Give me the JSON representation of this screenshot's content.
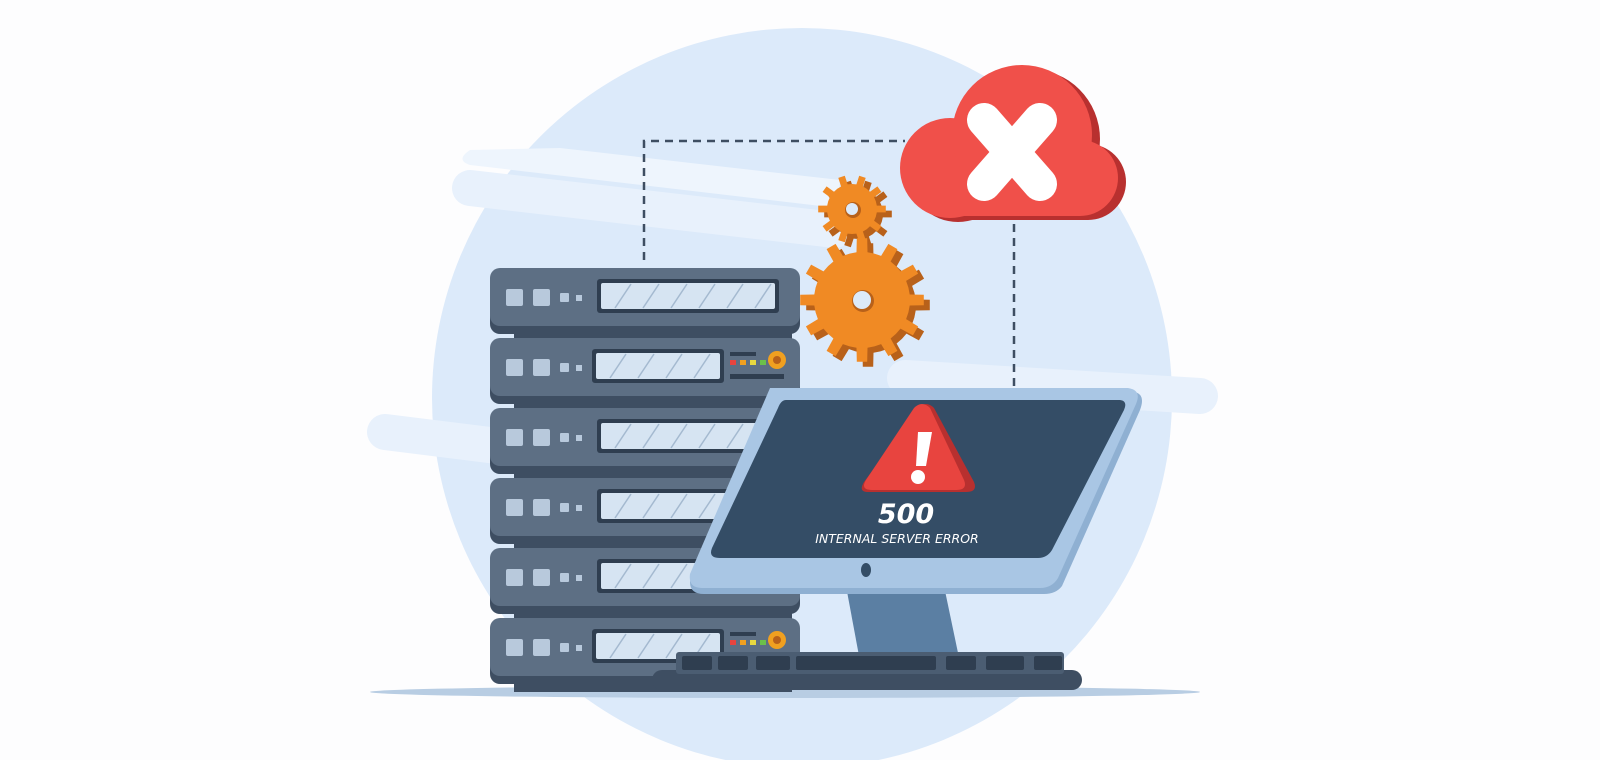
{
  "screen": {
    "error_code": "500",
    "error_message": "INTERNAL SERVER ERROR"
  },
  "icons": [
    "cloud-error-icon",
    "gear-icon",
    "warning-icon",
    "server-rack",
    "monitor",
    "keyboard"
  ],
  "colors": {
    "background_circle": "#dceafa",
    "server_body": "#5d6f84",
    "server_dark": "#3e4e62",
    "screen_bg": "#344d66",
    "monitor_frame": "#a9c6e4",
    "cloud_red": "#f0504a",
    "cloud_shadow": "#b8302f",
    "gear_orange": "#f08a24",
    "gear_shadow": "#b8611a",
    "warning_red": "#e8443f"
  }
}
